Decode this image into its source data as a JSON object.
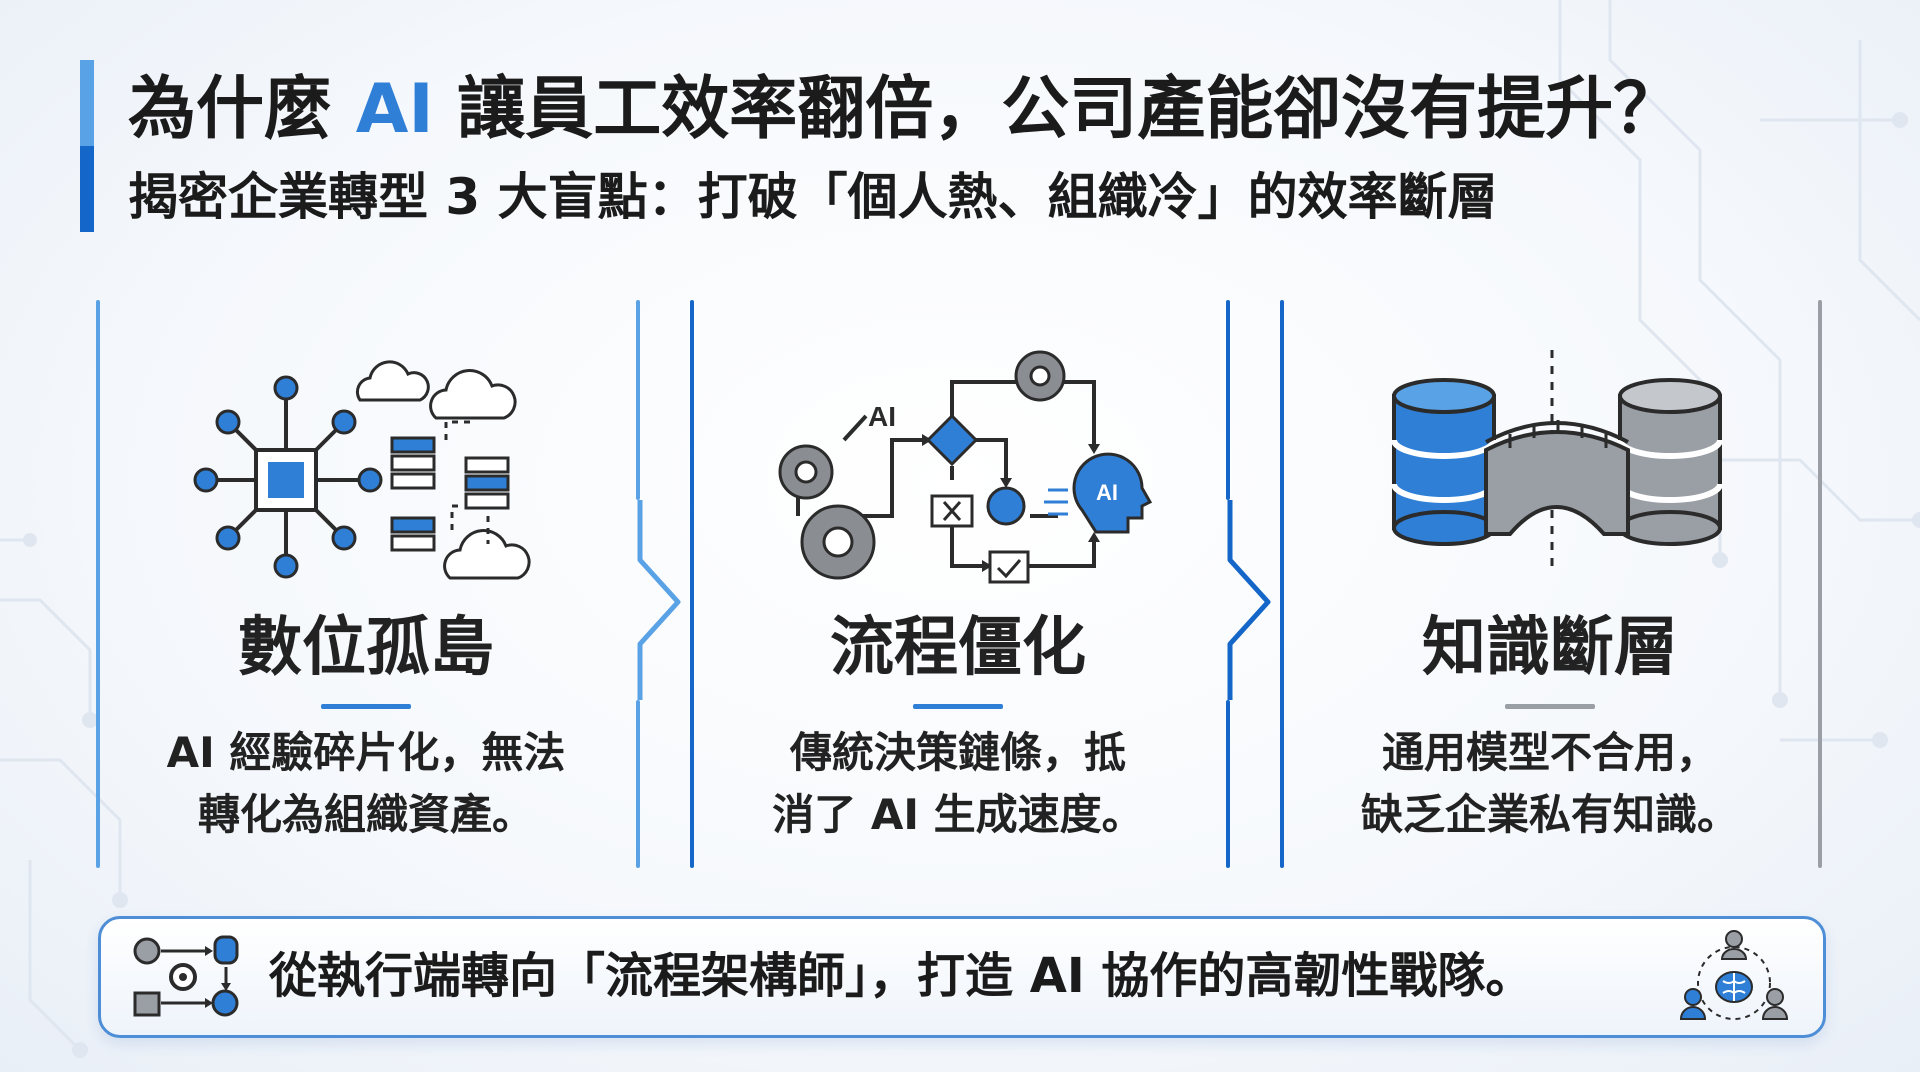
{
  "title": {
    "main_before": "為什麼 ",
    "main_highlight": "AI",
    "main_after": " 讓員工效率翻倍，公司產能卻沒有提升？",
    "subtitle": "揭密企業轉型 3 大盲點：打破「個人熱、組織冷」的效率斷層"
  },
  "cards": [
    {
      "heading": "數位孤島",
      "line1": "AI 經驗碎片化，無法",
      "line2": "轉化為組織資產。",
      "icon": "digital-island-illustration"
    },
    {
      "heading": "流程僵化",
      "line1": "傳統決策鏈條，抵",
      "line2": "消了 AI 生成速度。",
      "icon": "workflow-illustration",
      "icon_label": "AI",
      "brain_label": "AI"
    },
    {
      "heading": "知識斷層",
      "line1": "通用模型不合用，",
      "line2": "缺乏企業私有知識。",
      "icon": "database-bridge-illustration"
    }
  ],
  "banner": {
    "text": "從執行端轉向「流程架構師」，打造 AI 協作的高韌性戰隊。",
    "left_icon": "process-flow-icon",
    "right_icon": "team-brain-icon"
  },
  "colors": {
    "accent": "#2f7fd6",
    "dark_accent": "#1466c8",
    "gray": "#9a9ea5"
  }
}
